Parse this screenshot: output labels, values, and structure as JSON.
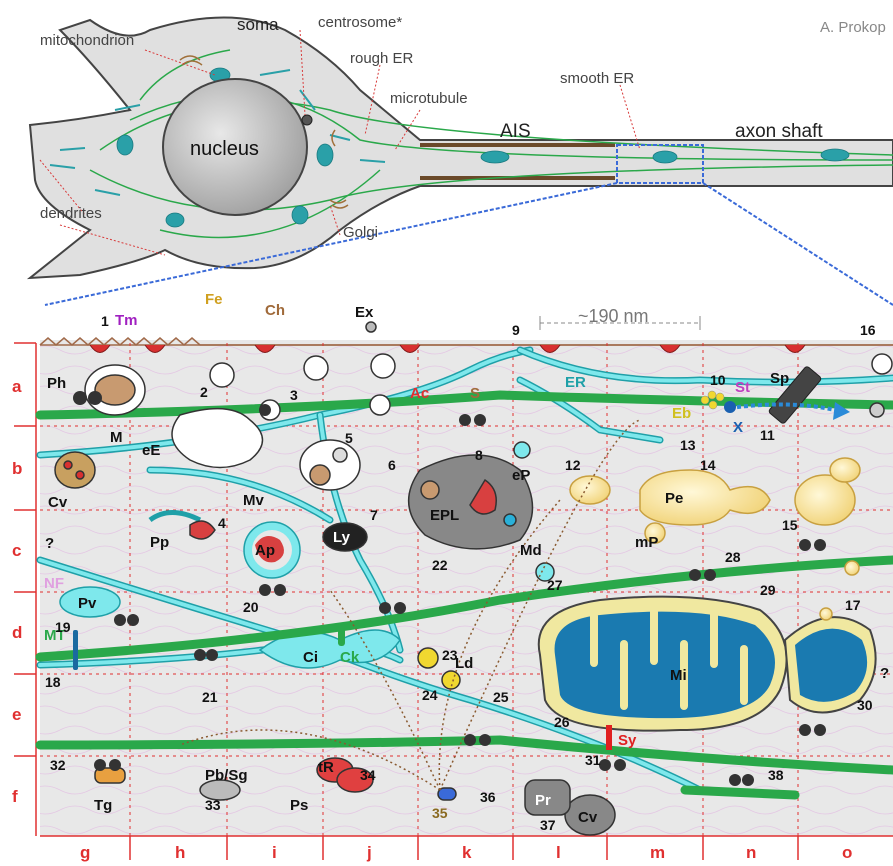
{
  "credit": "A. Prokop",
  "neuron_labels": {
    "soma": "soma",
    "mitochondrion": "mitochondrion",
    "centrosome": "centrosome*",
    "rough_er": "rough ER",
    "microtubule": "microtubule",
    "nucleus": "nucleus",
    "smooth_er": "smooth ER",
    "ais": "AIS",
    "axon_shaft": "axon shaft",
    "dendrites": "dendrites",
    "golgi": "Golgi"
  },
  "scale_label": "~190 nm",
  "rows": [
    "a",
    "b",
    "c",
    "d",
    "e",
    "f"
  ],
  "columns": [
    "g",
    "h",
    "i",
    "j",
    "k",
    "l",
    "m",
    "n",
    "o"
  ],
  "abbreviations": {
    "Tm": "Tm",
    "Fe": "Fe",
    "Ch": "Ch",
    "Ex": "Ex",
    "Ph": "Ph",
    "Ac": "Ac",
    "S": "S",
    "ER": "ER",
    "St": "St",
    "Sp": "Sp",
    "Eb": "Eb",
    "X": "X",
    "M": "M",
    "eE": "eE",
    "Mv": "Mv",
    "EPL": "EPL",
    "eP": "eP",
    "Pe": "Pe",
    "Cv": "Cv",
    "Pp": "Pp",
    "Ly": "Ly",
    "Md": "Md",
    "mP": "mP",
    "Ap": "Ap",
    "NF": "NF",
    "Pv": "Pv",
    "MT": "MT",
    "Ci": "Ci",
    "Ck": "Ck",
    "Ld": "Ld",
    "Mi": "Mi",
    "Sy": "Sy",
    "Tg": "Tg",
    "PbSg": "Pb/Sg",
    "tR": "tR",
    "Ps": "Ps",
    "Pr": "Pr",
    "Cv2": "Cv",
    "q1": "?",
    "q2": "?"
  },
  "numbers": [
    "1",
    "2",
    "3",
    "4",
    "5",
    "6",
    "7",
    "8",
    "9",
    "10",
    "11",
    "12",
    "13",
    "14",
    "15",
    "16",
    "17",
    "18",
    "19",
    "20",
    "21",
    "22",
    "23",
    "24",
    "25",
    "26",
    "27",
    "28",
    "29",
    "30",
    "31",
    "32",
    "33",
    "34",
    "35",
    "36",
    "37",
    "38"
  ]
}
